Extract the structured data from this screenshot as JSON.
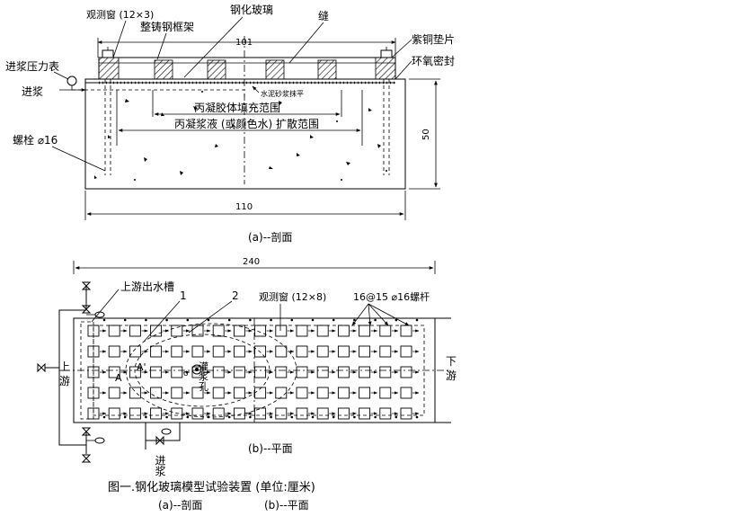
{
  "section": {
    "labels": {
      "window": "观测窗 (12×3)",
      "cast_frame": "整铸钢框架",
      "glass": "钢化玻璃",
      "seam": "缝",
      "copper_shim": "紫铜垫片",
      "epoxy_seal": "环氧密封",
      "pressure_gauge": "进浆压力表",
      "grout_in": "进浆",
      "bolt": "螺栓 ⌀16",
      "mortar": "水泥砂浆抹平",
      "gel_fill": "丙凝胶体填充范围",
      "diffuse": "丙凝浆液 (或颜色水) 扩散范围"
    },
    "dims": {
      "top": "101",
      "height": "50",
      "bottom": "110"
    },
    "caption": "(a)--剖面"
  },
  "plan": {
    "labels": {
      "outlet": "上游出水槽",
      "mark1": "1",
      "mark2": "2",
      "window": "观测窗 (12×8)",
      "bolts": "16@15 ⌀16螺杆",
      "upstream": "上游",
      "downstream": "下游",
      "grout_hole": "灌浆孔",
      "A": "A",
      "A_prime": "A'",
      "O": "o",
      "grout_in": "进浆"
    },
    "dims": {
      "width": "240"
    },
    "caption": "(b)--平面"
  },
  "figure": {
    "title": "图一.钢化玻璃模型试验装置 (单位:厘米)",
    "sub_a": "(a)--剖面",
    "sub_b": "(b)--平面"
  }
}
